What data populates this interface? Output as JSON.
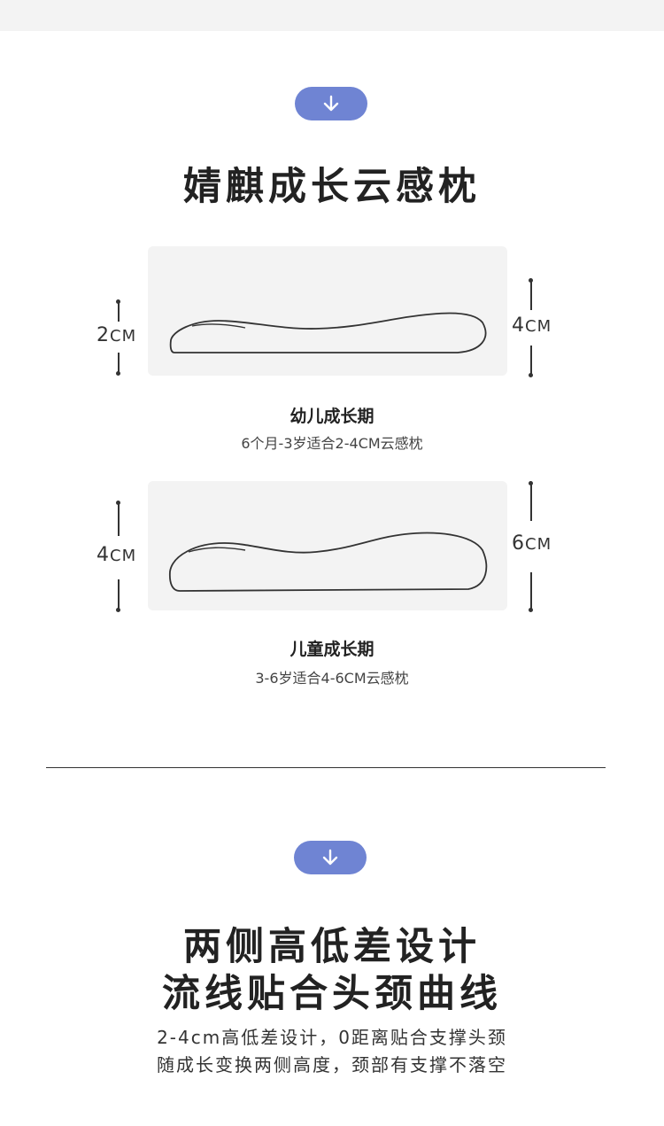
{
  "section1": {
    "title": "婧麒成长云感枕",
    "stage1": {
      "left_height": "2",
      "right_height": "4",
      "unit": "CM",
      "title": "幼儿成长期",
      "desc": "6个月-3岁适合2-4CM云感枕"
    },
    "stage2": {
      "left_height": "4",
      "right_height": "6",
      "unit": "CM",
      "title": "儿童成长期",
      "desc": "3-6岁适合4-6CM云感枕"
    }
  },
  "section2": {
    "title_line1": "两侧高低差设计",
    "title_line2": "流线贴合头颈曲线",
    "body_line1": "2-4cm高低差设计，0距离贴合支撑头颈",
    "body_line2": "随成长变换两侧高度，颈部有支撑不落空"
  },
  "icons": {
    "arrow": "arrow-down-icon"
  },
  "colors": {
    "accent": "#6f84d3",
    "card_bg": "#f3f3f3",
    "text": "#222222"
  }
}
